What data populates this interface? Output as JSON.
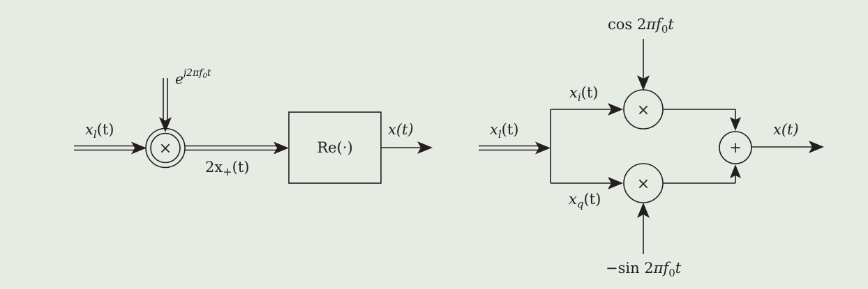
{
  "diagram": {
    "left": {
      "input_signal": "x",
      "input_subscript": "l",
      "input_arg": "(t)",
      "carrier_base": "e",
      "carrier_exponent": "j2πf",
      "carrier_exp_sub": "0",
      "carrier_exp_tail": "t",
      "multiplier_symbol": "×",
      "mid_signal_coef": "2x",
      "mid_signal_sub": "+",
      "mid_signal_arg": "(t)",
      "block_label": "Re(·)",
      "output_signal": "x(t)"
    },
    "right": {
      "input_signal": "x",
      "input_subscript": "l",
      "input_arg": "(t)",
      "top_carrier_pre": "cos 2",
      "top_carrier_pi": "π",
      "top_carrier_f": "f",
      "top_carrier_sub": "0",
      "top_carrier_t": "t",
      "bottom_carrier_pre": "−sin 2",
      "bottom_carrier_pi": "π",
      "bottom_carrier_f": "f",
      "bottom_carrier_sub": "0",
      "bottom_carrier_t": "t",
      "inphase_signal": "x",
      "inphase_subscript": "i",
      "inphase_arg": "(t)",
      "quadrature_signal": "x",
      "quadrature_subscript": "q",
      "quadrature_arg": "(t)",
      "multiplier_symbol": "×",
      "adder_symbol": "+",
      "output_signal": "x(t)"
    }
  }
}
